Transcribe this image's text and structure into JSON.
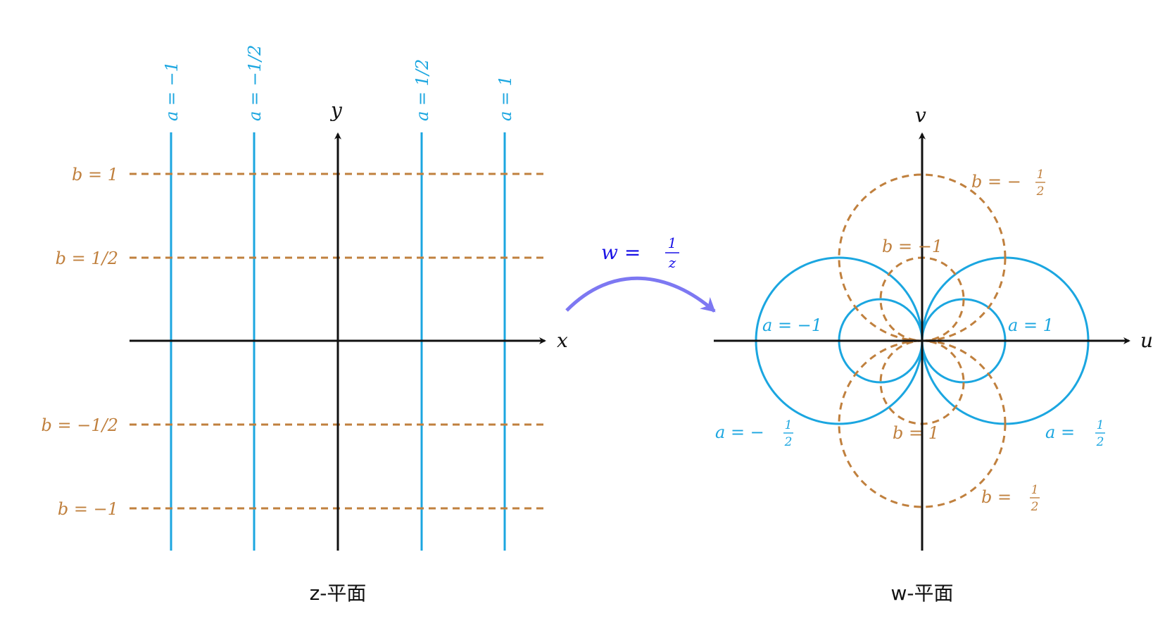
{
  "colors": {
    "a_lines": "#1ba6e0",
    "b_lines": "#c0803e",
    "axes": "#111111",
    "map_arrow": "#7d78f2",
    "map_label": "#1a12e6"
  },
  "z_plane": {
    "caption": "z-平面",
    "x_label": "x",
    "y_label": "y",
    "a_lines": [
      {
        "a": -1,
        "label": "a = −1"
      },
      {
        "a": -0.5,
        "label": "a = −1/2"
      },
      {
        "a": 0.5,
        "label": "a = 1/2"
      },
      {
        "a": 1,
        "label": "a = 1"
      }
    ],
    "b_lines": [
      {
        "b": 1,
        "label": "b = 1"
      },
      {
        "b": 0.5,
        "label": "b = 1/2"
      },
      {
        "b": -0.5,
        "label": "b = −1/2"
      },
      {
        "b": -1,
        "label": "b = −1"
      }
    ]
  },
  "mapping": {
    "label_lhs": "w = ",
    "label_num": "1",
    "label_den": "z"
  },
  "w_plane": {
    "caption": "w-平面",
    "u_label": "u",
    "v_label": "v",
    "a_circles": [
      {
        "a": 1,
        "label": "a = 1"
      },
      {
        "a": -1,
        "label": "a = −1"
      },
      {
        "a": 0.5,
        "label": "a = ",
        "num": "1",
        "den": "2"
      },
      {
        "a": -0.5,
        "label": "a = −",
        "num": "1",
        "den": "2"
      }
    ],
    "b_circles": [
      {
        "b": -1,
        "label": "b = −1"
      },
      {
        "b": 1,
        "label": "b = 1"
      },
      {
        "b": -0.5,
        "label": "b = −",
        "num": "1",
        "den": "2"
      },
      {
        "b": 0.5,
        "label": "b = ",
        "num": "1",
        "den": "2"
      }
    ]
  }
}
